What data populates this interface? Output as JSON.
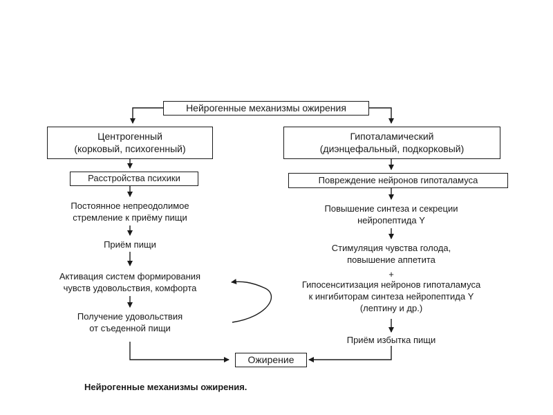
{
  "title": "Нейрогенные механизмы ожирения",
  "caption": "Нейрогенные механизмы ожирения.",
  "left_branch": {
    "type_line1": "Центрогенный",
    "type_line2": "(корковый, психогенный)",
    "cause": "Расстройства психики",
    "steps": [
      {
        "line1": "Постоянное непреодолимое",
        "line2": "стремление к приёму пищи"
      },
      {
        "line1": "Приём пищи",
        "line2": ""
      },
      {
        "line1": "Активация систем формирования",
        "line2": "чувств удовольствия, комфорта"
      },
      {
        "line1": "Получение удовольствия",
        "line2": "от съеденной пищи"
      }
    ]
  },
  "right_branch": {
    "type_line1": "Гипоталамический",
    "type_line2": "(диэнцефальный, подкорковый)",
    "cause": "Повреждение нейронов гипоталамуса",
    "steps": [
      {
        "line1": "Повышение синтеза и секреции",
        "line2": "нейропептида Y"
      },
      {
        "line1": "Стимуляция чувства голода,",
        "line2": "повышение аппетита"
      },
      {
        "line1": "+",
        "line2": ""
      },
      {
        "line1": "Гипосенситизация нейронов гипоталамуса",
        "line2": "к ингибиторам синтеза нейропептида Y",
        "line3": "(лептину и др.)"
      },
      {
        "line1": "Приём избытка пищи",
        "line2": ""
      }
    ]
  },
  "outcome": "Ожирение"
}
